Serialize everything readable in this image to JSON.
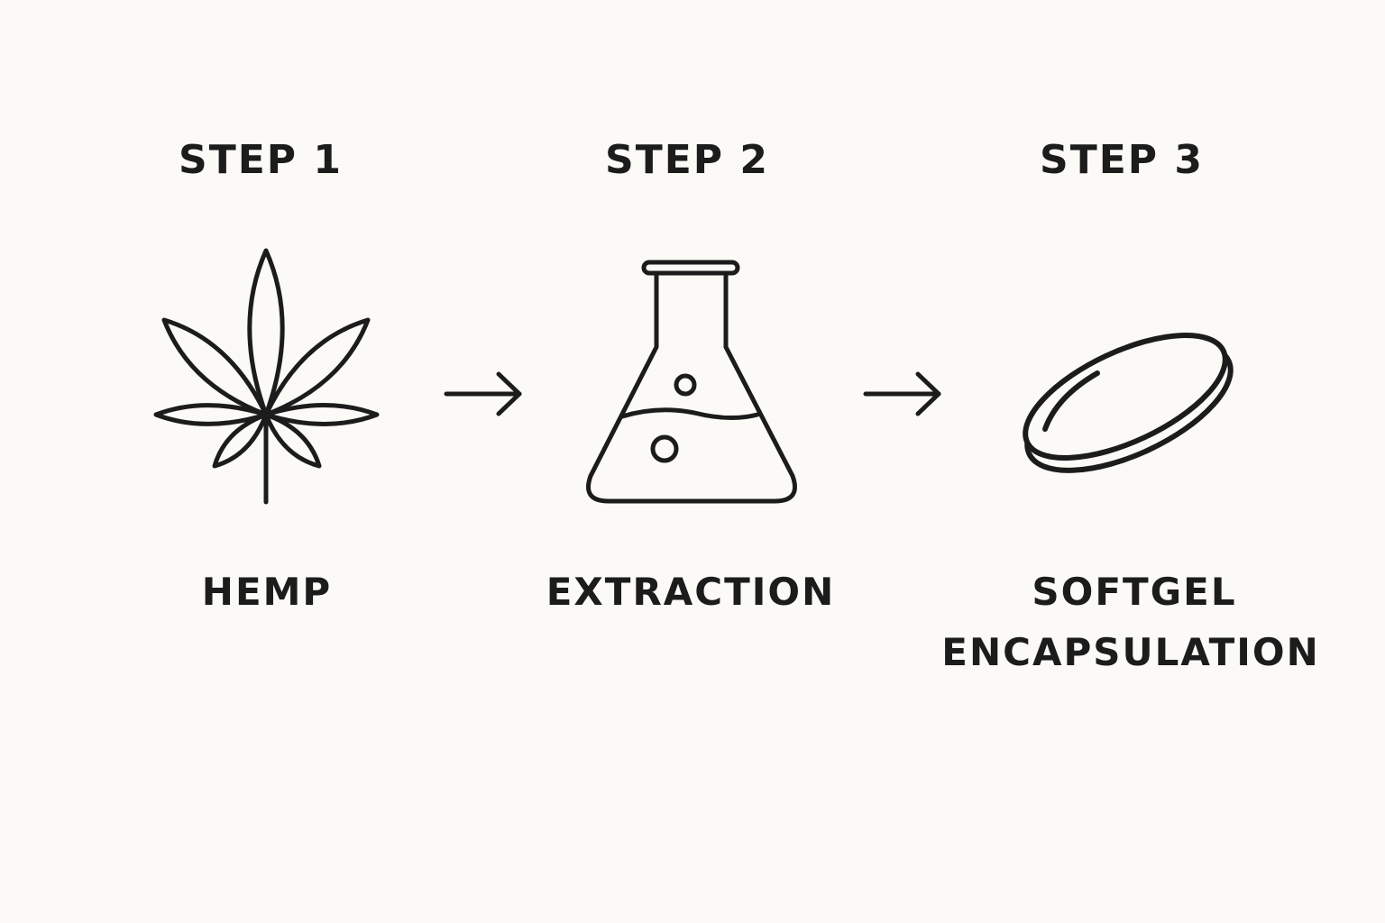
{
  "steps": [
    {
      "step_label": "STEP 1",
      "name": "HEMP",
      "icon": "hemp-leaf-icon"
    },
    {
      "step_label": "STEP 2",
      "name": "EXTRACTION",
      "icon": "flask-icon"
    },
    {
      "step_label": "STEP 3",
      "name_line1": "SOFTGEL",
      "name_line2": "ENCAPSULATION",
      "icon": "softgel-capsule-icon"
    }
  ],
  "arrows": [
    "arrow-right-icon",
    "arrow-right-icon"
  ],
  "colors": {
    "background": "#fbfaf6",
    "ink": "#1c1c1c"
  }
}
